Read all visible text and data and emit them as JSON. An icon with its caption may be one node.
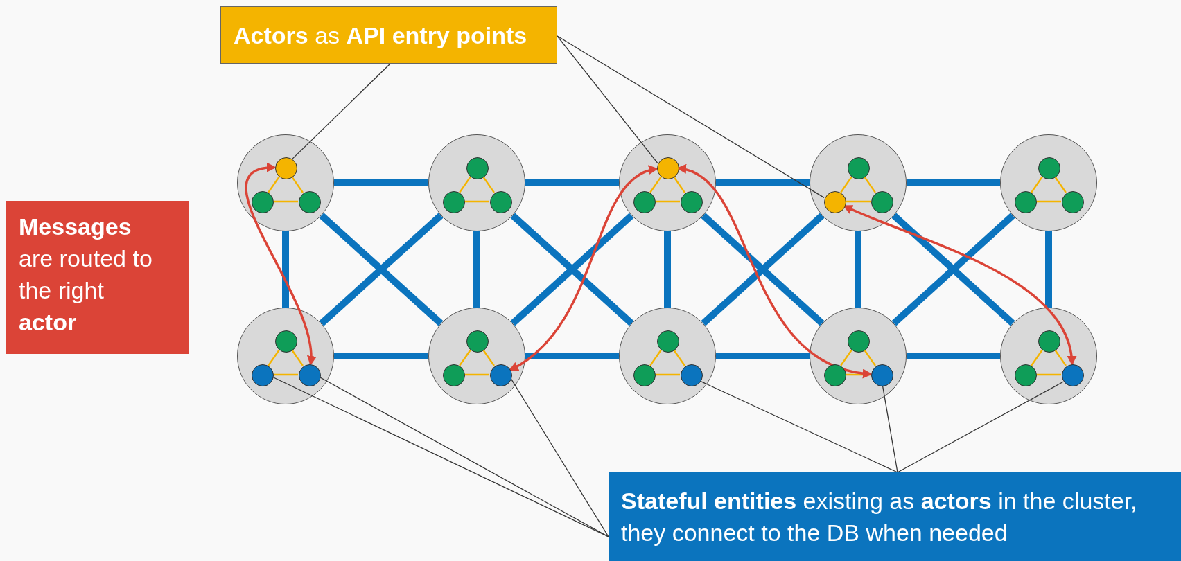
{
  "diagram": {
    "nodes": [
      {
        "text": [
          "**Actors** as **API entry points**"
        ]
      },
      {
        "text": [
          "**Messages** are routed to the right **actor**"
        ]
      },
      {
        "text": [
          "**Stateful entities** existing as **actors** in the cluster, they connect to the DB when needed"
        ]
      },
      {
        "text": [],
        "shape": "circle"
      },
      {
        "text": [],
        "shape": "circle",
        "in": 3
      },
      {
        "text": [],
        "shape": "circle",
        "in": 3
      },
      {
        "text": [],
        "shape": "circle",
        "in": 3
      },
      {
        "text": [],
        "shape": "circle"
      },
      {
        "text": [],
        "shape": "circle",
        "in": 7
      },
      {
        "text": [],
        "shape": "circle",
        "in": 7
      },
      {
        "text": [],
        "shape": "circle",
        "in": 7
      },
      {
        "text": [],
        "shape": "circle"
      },
      {
        "text": [],
        "shape": "circle",
        "in": 11
      },
      {
        "text": [],
        "shape": "circle",
        "in": 11
      },
      {
        "text": [],
        "shape": "circle",
        "in": 11
      },
      {
        "text": [],
        "shape": "circle"
      },
      {
        "text": [],
        "shape": "circle",
        "in": 15
      },
      {
        "text": [],
        "shape": "circle",
        "in": 15
      },
      {
        "text": [],
        "shape": "circle",
        "in": 15
      },
      {
        "text": [],
        "shape": "circle"
      },
      {
        "text": [],
        "shape": "circle",
        "in": 19
      },
      {
        "text": [],
        "shape": "circle",
        "in": 19
      },
      {
        "text": [],
        "shape": "circle",
        "in": 19
      },
      {
        "text": [],
        "shape": "circle"
      },
      {
        "text": [],
        "shape": "circle",
        "in": 23
      },
      {
        "text": [],
        "shape": "circle",
        "in": 23
      },
      {
        "text": [],
        "shape": "circle",
        "in": 23
      },
      {
        "text": [],
        "shape": "circle"
      },
      {
        "text": [],
        "shape": "circle",
        "in": 27
      },
      {
        "text": [],
        "shape": "circle",
        "in": 27
      },
      {
        "text": [],
        "shape": "circle",
        "in": 27
      },
      {
        "text": [],
        "shape": "circle"
      },
      {
        "text": [],
        "shape": "circle",
        "in": 31
      },
      {
        "text": [],
        "shape": "circle",
        "in": 31
      },
      {
        "text": [],
        "shape": "circle",
        "in": 31
      },
      {
        "text": [],
        "shape": "circle"
      },
      {
        "text": [],
        "shape": "circle",
        "in": 35
      },
      {
        "text": [],
        "shape": "circle",
        "in": 35
      },
      {
        "text": [],
        "shape": "circle",
        "in": 35
      },
      {
        "text": [],
        "shape": "circle"
      },
      {
        "text": [],
        "shape": "circle",
        "in": 39
      },
      {
        "text": [],
        "shape": "circle",
        "in": 39
      },
      {
        "text": [],
        "shape": "circle",
        "in": 39
      }
    ],
    "edges": [
      {
        "from": 3,
        "to": 7,
        "arrow": "none",
        "style": "thick",
        "color": "#0b74be"
      },
      {
        "from": 7,
        "to": 11,
        "arrow": "none",
        "style": "thick",
        "color": "#0b74be"
      },
      {
        "from": 11,
        "to": 15,
        "arrow": "none",
        "style": "thick",
        "color": "#0b74be"
      },
      {
        "from": 15,
        "to": 19,
        "arrow": "none",
        "style": "thick",
        "color": "#0b74be"
      },
      {
        "from": 23,
        "to": 27,
        "arrow": "none",
        "style": "thick",
        "color": "#0b74be"
      },
      {
        "from": 27,
        "to": 31,
        "arrow": "none",
        "style": "thick",
        "color": "#0b74be"
      },
      {
        "from": 31,
        "to": 35,
        "arrow": "none",
        "style": "thick",
        "color": "#0b74be"
      },
      {
        "from": 35,
        "to": 39,
        "arrow": "none",
        "style": "thick",
        "color": "#0b74be"
      },
      {
        "from": 3,
        "to": 23,
        "arrow": "none",
        "style": "thick",
        "color": "#0b74be"
      },
      {
        "from": 7,
        "to": 27,
        "arrow": "none",
        "style": "thick",
        "color": "#0b74be"
      },
      {
        "from": 11,
        "to": 31,
        "arrow": "none",
        "style": "thick",
        "color": "#0b74be"
      },
      {
        "from": 15,
        "to": 35,
        "arrow": "none",
        "style": "thick",
        "color": "#0b74be"
      },
      {
        "from": 19,
        "to": 39,
        "arrow": "none",
        "style": "thick",
        "color": "#0b74be"
      },
      {
        "from": 3,
        "to": 27,
        "arrow": "none",
        "style": "thick",
        "color": "#0b74be"
      },
      {
        "from": 7,
        "to": 23,
        "arrow": "none",
        "style": "thick",
        "color": "#0b74be"
      },
      {
        "from": 7,
        "to": 31,
        "arrow": "none",
        "style": "thick",
        "color": "#0b74be"
      },
      {
        "from": 11,
        "to": 27,
        "arrow": "none",
        "style": "thick",
        "color": "#0b74be"
      },
      {
        "from": 11,
        "to": 35,
        "arrow": "none",
        "style": "thick",
        "color": "#0b74be"
      },
      {
        "from": 15,
        "to": 31,
        "arrow": "none",
        "style": "thick",
        "color": "#0b74be"
      },
      {
        "from": 15,
        "to": 39,
        "arrow": "none",
        "style": "thick",
        "color": "#0b74be"
      },
      {
        "from": 19,
        "to": 35,
        "arrow": "none",
        "style": "thick",
        "color": "#0b74be"
      },
      {
        "from": 4,
        "to": 5,
        "arrow": "none"
      },
      {
        "from": 4,
        "to": 6,
        "arrow": "none"
      },
      {
        "from": 5,
        "to": 6,
        "arrow": "none"
      },
      {
        "from": 8,
        "to": 9,
        "arrow": "none"
      },
      {
        "from": 8,
        "to": 10,
        "arrow": "none"
      },
      {
        "from": 9,
        "to": 10,
        "arrow": "none"
      },
      {
        "from": 12,
        "to": 13,
        "arrow": "none"
      },
      {
        "from": 12,
        "to": 14,
        "arrow": "none"
      },
      {
        "from": 13,
        "to": 14,
        "arrow": "none"
      },
      {
        "from": 16,
        "to": 17,
        "arrow": "none"
      },
      {
        "from": 16,
        "to": 18,
        "arrow": "none"
      },
      {
        "from": 17,
        "to": 18,
        "arrow": "none"
      },
      {
        "from": 20,
        "to": 21,
        "arrow": "none"
      },
      {
        "from": 20,
        "to": 22,
        "arrow": "none"
      },
      {
        "from": 21,
        "to": 22,
        "arrow": "none"
      },
      {
        "from": 24,
        "to": 25,
        "arrow": "none"
      },
      {
        "from": 24,
        "to": 26,
        "arrow": "none"
      },
      {
        "from": 25,
        "to": 26,
        "arrow": "none"
      },
      {
        "from": 28,
        "to": 29,
        "arrow": "none"
      },
      {
        "from": 28,
        "to": 30,
        "arrow": "none"
      },
      {
        "from": 29,
        "to": 30,
        "arrow": "none"
      },
      {
        "from": 32,
        "to": 33,
        "arrow": "none"
      },
      {
        "from": 32,
        "to": 34,
        "arrow": "none"
      },
      {
        "from": 33,
        "to": 34,
        "arrow": "none"
      },
      {
        "from": 36,
        "to": 37,
        "arrow": "none"
      },
      {
        "from": 36,
        "to": 38,
        "arrow": "none"
      },
      {
        "from": 37,
        "to": 38,
        "arrow": "none"
      },
      {
        "from": 40,
        "to": 41,
        "arrow": "none"
      },
      {
        "from": 40,
        "to": 42,
        "arrow": "none"
      },
      {
        "from": 41,
        "to": 42,
        "arrow": "none"
      },
      {
        "from": 4,
        "to": 26,
        "arrow": "both",
        "color": "#db4437"
      },
      {
        "from": 12,
        "to": 30,
        "arrow": "both",
        "color": "#db4437"
      },
      {
        "from": 12,
        "to": 38,
        "arrow": "both",
        "color": "#db4437"
      },
      {
        "from": 17,
        "to": 42,
        "arrow": "both",
        "color": "#db4437"
      },
      {
        "from": 0,
        "to": 4,
        "arrow": "none",
        "color": "#333333"
      },
      {
        "from": 0,
        "to": 12,
        "arrow": "none",
        "color": "#333333"
      },
      {
        "from": 0,
        "to": 17,
        "arrow": "none",
        "color": "#333333"
      },
      {
        "from": 2,
        "to": 25,
        "arrow": "none",
        "color": "#333333"
      },
      {
        "from": 2,
        "to": 26,
        "arrow": "none",
        "color": "#333333"
      },
      {
        "from": 2,
        "to": 30,
        "arrow": "none",
        "color": "#333333"
      },
      {
        "from": 2,
        "to": 34,
        "arrow": "none",
        "color": "#333333"
      },
      {
        "from": 2,
        "to": 38,
        "arrow": "none",
        "color": "#333333"
      },
      {
        "from": 2,
        "to": 42,
        "arrow": "none",
        "color": "#333333"
      }
    ]
  }
}
